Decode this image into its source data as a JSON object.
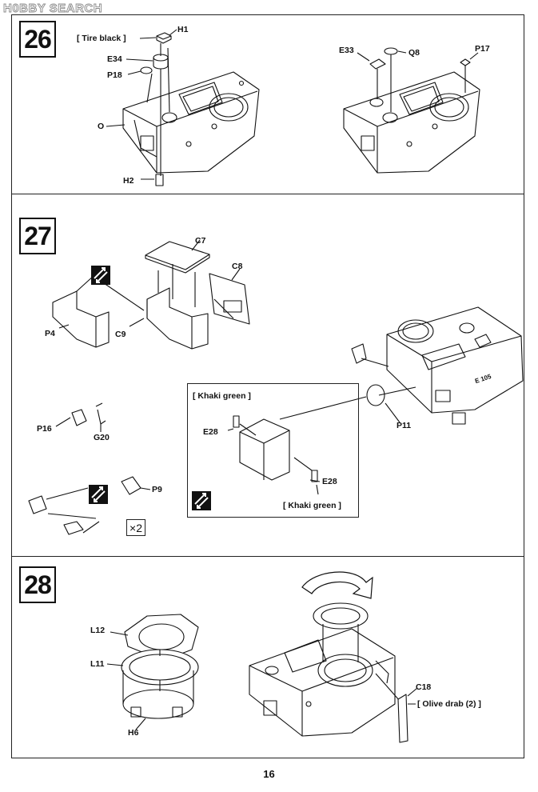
{
  "watermark": "H0BBY SEARCH",
  "page_number": "16",
  "steps": [
    {
      "number": "26",
      "labels": {
        "tire_black": "[ Tire black ]",
        "h1": "H1",
        "e34": "E34",
        "p18": "P18",
        "o": "O",
        "h2": "H2",
        "e33": "E33",
        "q8": "Q8",
        "p17": "P17"
      }
    },
    {
      "number": "27",
      "labels": {
        "c7": "C7",
        "c8": "C8",
        "p4": "P4",
        "c9": "C9",
        "p16": "P16",
        "g20": "G20",
        "p9": "P9",
        "times_two": "×2",
        "khaki_green_top": "[ Khaki green ]",
        "e28_left": "E28",
        "e28_right": "E28",
        "khaki_green_bottom": "[ Khaki green ]",
        "p11": "P11",
        "hull_marking": "E 105"
      }
    },
    {
      "number": "28",
      "labels": {
        "l12": "L12",
        "l11": "L11",
        "h6": "H6",
        "c18": "C18",
        "olive_drab": "[ Olive drab (2) ]"
      }
    }
  ],
  "icons": [
    "flip-reverse-icon",
    "rotate-arrow-icon"
  ]
}
